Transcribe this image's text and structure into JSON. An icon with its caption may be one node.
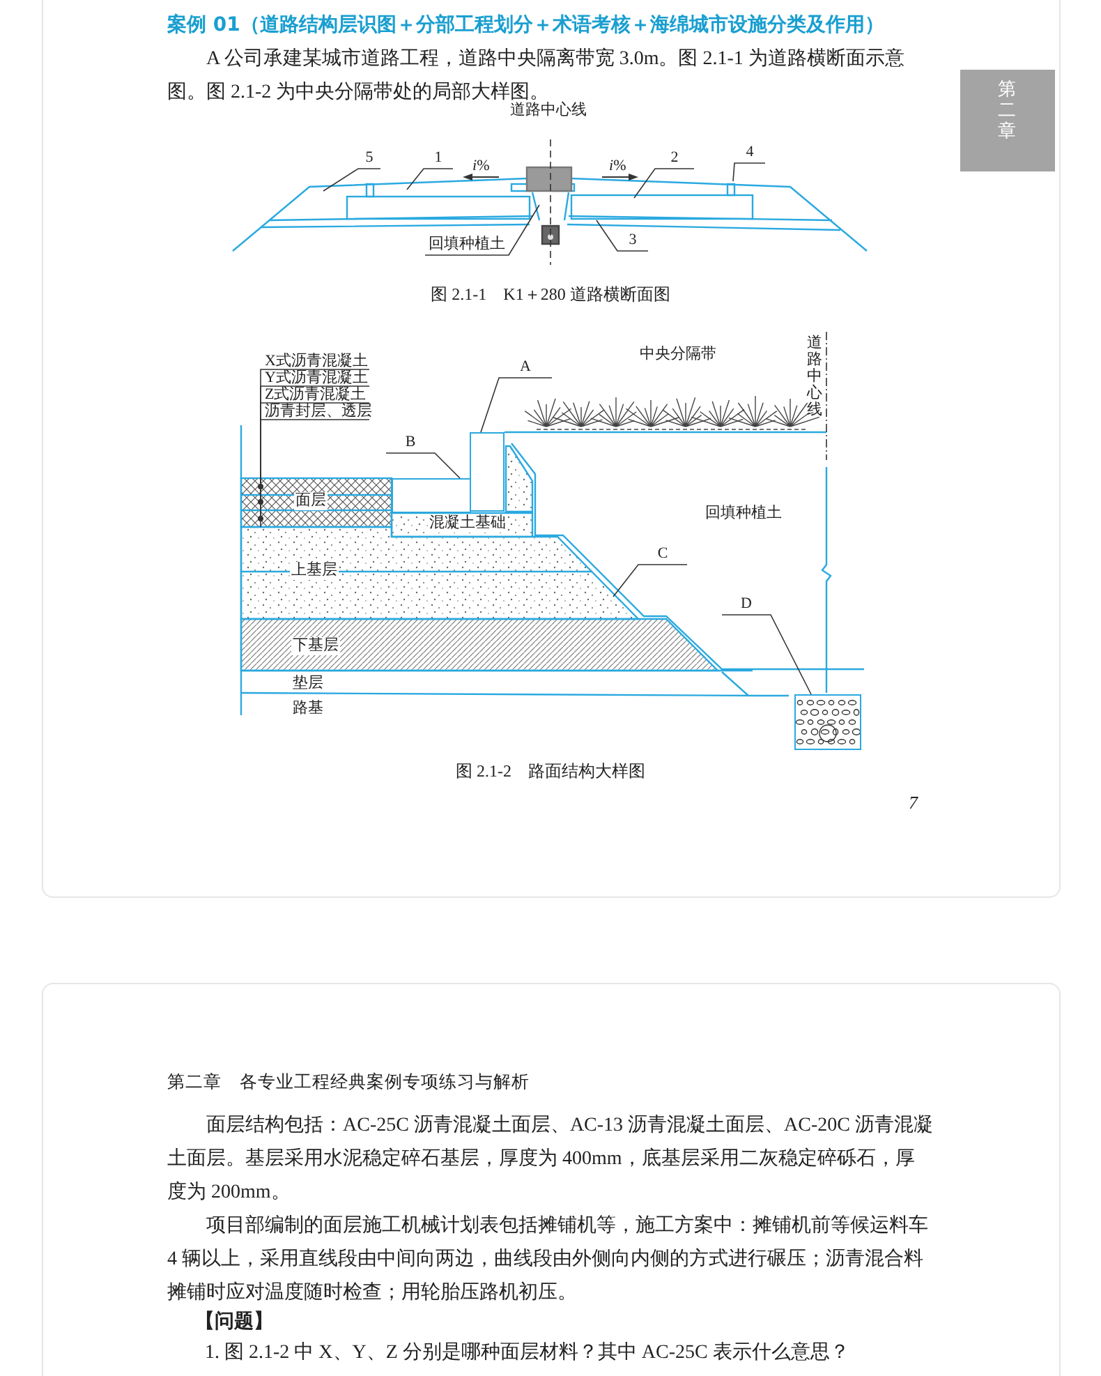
{
  "diagram": {
    "title": "案例 01（道路结构层识图＋分部工程划分＋术语考核＋海绵城市设施分类及作用）",
    "nodes": [
      {
        "text": [
          "5"
        ]
      },
      {
        "text": [
          "1"
        ]
      },
      {
        "text": [
          "2"
        ]
      },
      {
        "text": [
          "4"
        ]
      },
      {
        "text": [
          "3"
        ]
      },
      {
        "text": [
          "回填种植土"
        ]
      },
      {
        "text": [
          "X式沥青混凝土"
        ]
      },
      {
        "text": [
          "Y式沥青混凝土"
        ]
      },
      {
        "text": [
          "Z式沥青混凝土"
        ]
      },
      {
        "text": [
          "沥青封层、透层"
        ]
      },
      {
        "text": [
          "A"
        ]
      },
      {
        "text": [
          "B"
        ]
      },
      {
        "text": [
          "C"
        ]
      },
      {
        "text": [
          "D"
        ]
      },
      {
        "text": [],
        "shape": "box"
      },
      {
        "text": [],
        "shape": "box"
      },
      {
        "text": [],
        "shape": "box"
      }
    ],
    "edges": [
      {
        "from": 0,
        "to": null,
        "arrow": "none"
      },
      {
        "from": 1,
        "to": null,
        "arrow": "none"
      },
      {
        "from": 2,
        "to": null,
        "arrow": "none"
      },
      {
        "from": 3,
        "to": null,
        "arrow": "none"
      },
      {
        "from": 4,
        "to": null,
        "arrow": "none"
      },
      {
        "from": 5,
        "to": null,
        "arrow": "none"
      },
      {
        "from": 10,
        "to": 14,
        "arrow": "none"
      },
      {
        "from": 11,
        "to": 15,
        "arrow": "none"
      },
      {
        "from": 12,
        "to": null,
        "arrow": "none"
      },
      {
        "from": 13,
        "to": 16,
        "arrow": "none"
      },
      {
        "from": 6,
        "to": null,
        "arrow": "other"
      },
      {
        "from": 7,
        "to": null,
        "arrow": "other"
      },
      {
        "from": 8,
        "to": null,
        "arrow": "other"
      },
      {
        "from": 9,
        "to": null,
        "arrow": "none"
      }
    ],
    "labels": [
      "第二章",
      "A 公司承建某城市道路工程，道路中央隔离带宽 3.0m。图 2.1-1 为道路横断面示意图。图 2.1-2 为中央分隔带处的局部大样图。",
      "道路中心线",
      "*i*%",
      "*i*%",
      "图 2.1-1　K1＋280 道路横断面图",
      "中央分隔带",
      "道路中心线",
      "面层",
      "混凝土基础",
      "回填种植土",
      "上基层",
      "下基层",
      "垫层",
      "路基",
      "图 2.1-2　路面结构大样图",
      "7",
      "第二章　各专业工程经典案例专项练习与解析",
      "面层结构包括：AC-25C 沥青混凝土面层、AC-13 沥青混凝土面层、AC-20C 沥青混凝土面层。基层采用水泥稳定碎石基层，厚度为 400mm，底基层采用二灰稳定碎砾石，厚度为 200mm。",
      "项目部编制的面层施工机械计划表包括摊铺机等，施工方案中：摊铺机前等候运料车 4 辆以上，采用直线段由中间向两边，曲线段由外侧向内侧的方式进行碾压；沥青混合料摊铺时应对温度随时检查；用轮胎压路机初压。",
      "【问题】",
      "1. 图 2.1-2 中 X、Y、Z 分别是哪种面层材料？其中 AC-25C 表示什么意思？"
    ]
  }
}
